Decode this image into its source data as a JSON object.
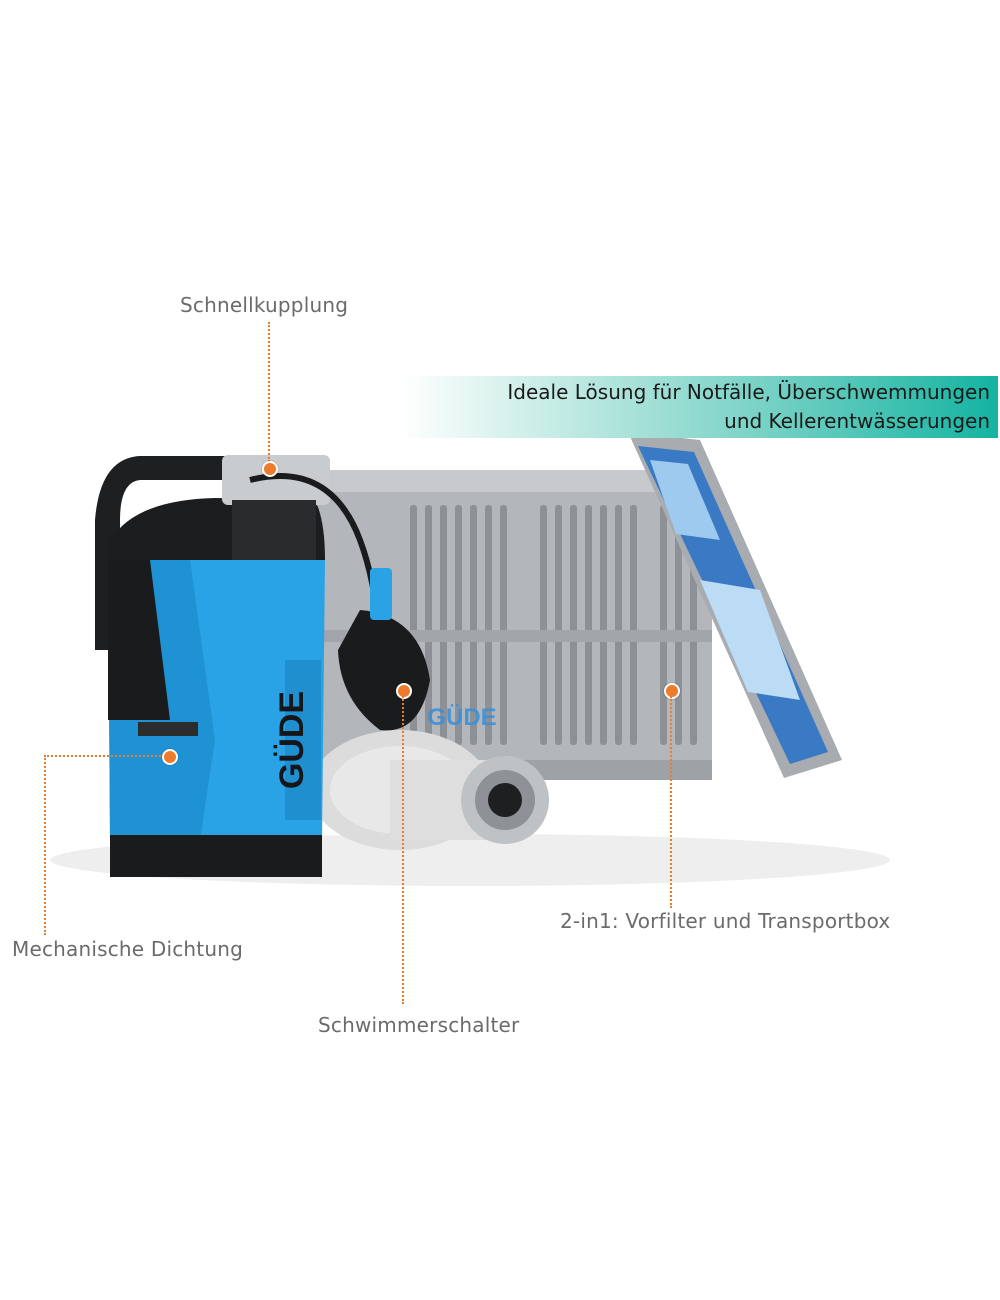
{
  "banner": {
    "line1": "Ideale Lösung für Notfälle, Überschwemmungen",
    "line2": "und Kellerentwässerungen"
  },
  "labels": {
    "coupling": "Schnellkupplung",
    "seal": "Mechanische Dichtung",
    "float_switch": "Schwimmerschalter",
    "box": "2-in1: Vorfilter und Transportbox"
  },
  "brand": {
    "pump_logo": "GÜDE",
    "box_logo": "GÜDE"
  },
  "colors": {
    "accent_dot": "#ee7a2b",
    "pump_blue": "#2aa3e6",
    "box_gray": "#a9acb0",
    "banner_teal": "#14b3a1"
  }
}
